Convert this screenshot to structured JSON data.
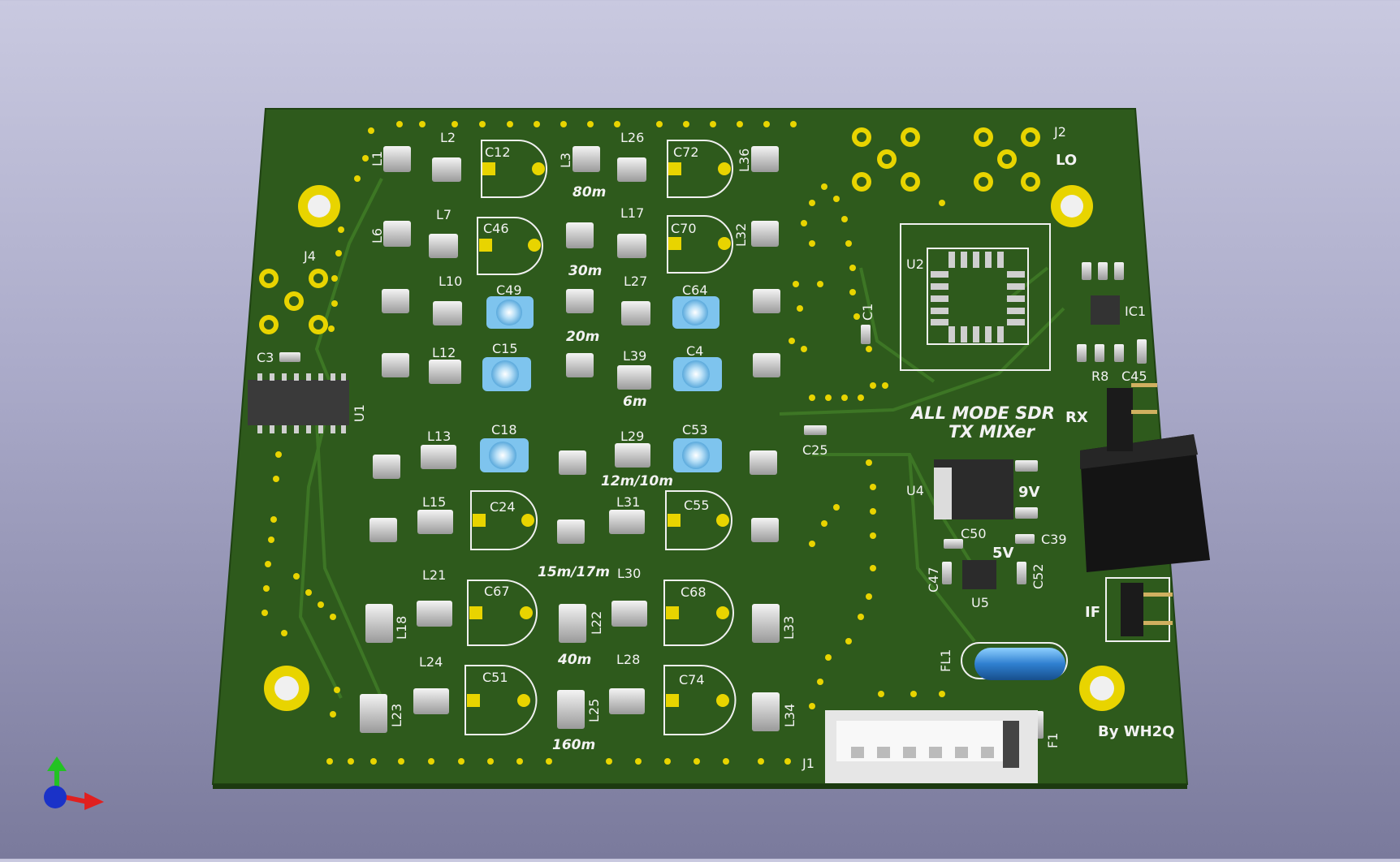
{
  "viewer": {
    "background_top": "#c9c9e0",
    "background_bottom": "#7a7a9c",
    "board_color": "#2e5a1c",
    "pad_color": "#e8d400",
    "trimmer_color": "#7ec4ee"
  },
  "board": {
    "title_line1": "ALL MODE SDR",
    "title_line2": "TX MIXer",
    "credit": "By WH2Q"
  },
  "connectors": {
    "j2": "J2",
    "lo": "LO",
    "j4": "J4",
    "j1": "J1",
    "rx": "RX",
    "if": "IF",
    "fl1": "FL1",
    "f1": "F1"
  },
  "ics": {
    "u1": "U1",
    "u2": "U2",
    "u4": "U4",
    "u5": "U5",
    "ic1": "IC1"
  },
  "power": {
    "v9": "9V",
    "v5": "5V"
  },
  "bands": {
    "b80": "80m",
    "b30": "30m",
    "b20": "20m",
    "b6": "6m",
    "b12": "12m/10m",
    "b15": "15m/17m",
    "b40": "40m",
    "b160": "160m"
  },
  "refs": {
    "l1": "L1",
    "l2": "L2",
    "c12": "C12",
    "l3": "L3",
    "l26": "L26",
    "c72": "C72",
    "l36": "L36",
    "l6": "L6",
    "l7": "L7",
    "c46": "C46",
    "l17": "L17",
    "c70": "C70",
    "l32": "L32",
    "l10": "L10",
    "c49": "C49",
    "l27": "L27",
    "c64": "C64",
    "l12": "L12",
    "c15": "C15",
    "l39": "L39",
    "c4": "C4",
    "l13": "L13",
    "c18": "C18",
    "l29": "L29",
    "c53": "C53",
    "l15": "L15",
    "c24": "C24",
    "l31": "L31",
    "c55": "C55",
    "l21": "L21",
    "c67": "C67",
    "l30": "L30",
    "c68": "C68",
    "l18": "L18",
    "l22": "L22",
    "l33": "L33",
    "l24": "L24",
    "c51": "C51",
    "l28": "L28",
    "c74": "C74",
    "l23": "L23",
    "l25": "L25",
    "l34": "L34",
    "c1": "C1",
    "c3": "C3",
    "c25": "C25",
    "r8": "R8",
    "c45": "C45",
    "c50": "C50",
    "c39": "C39",
    "c47": "C47",
    "c52": "C52"
  }
}
